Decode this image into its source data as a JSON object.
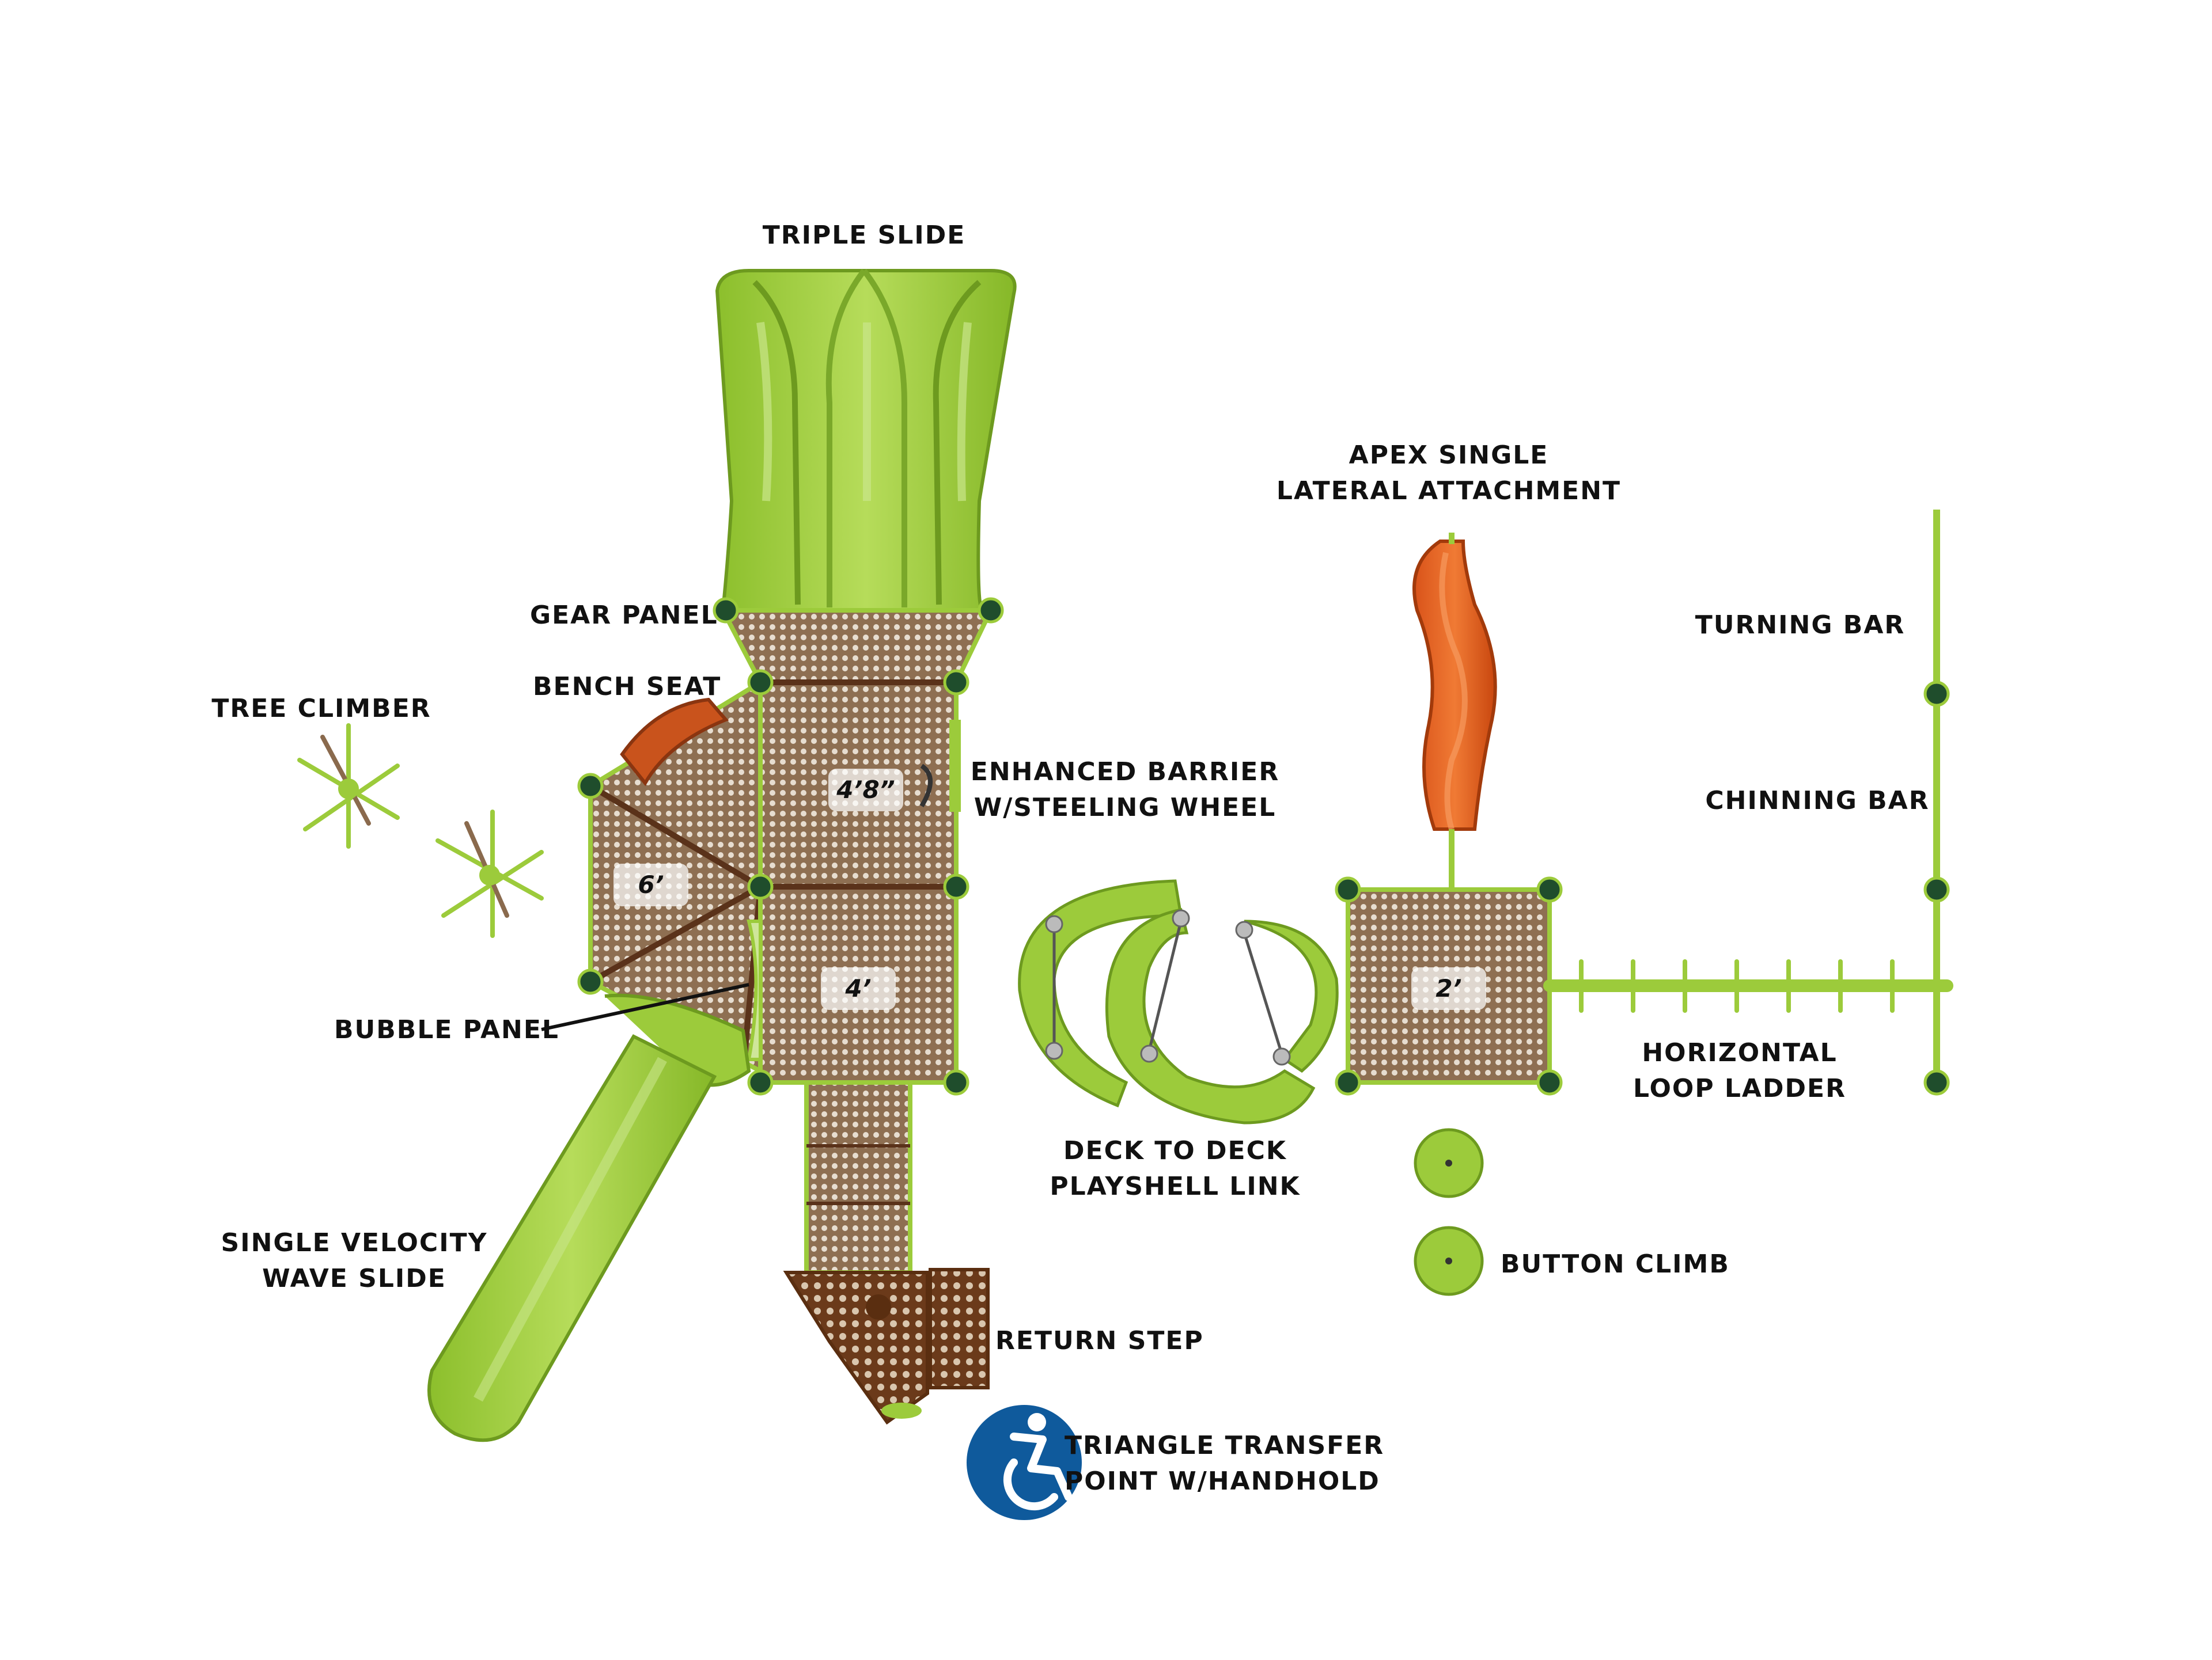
{
  "title": "Playground plan view",
  "labels": {
    "triple_slide": "TRIPLE SLIDE",
    "gear_panel": "GEAR PANEL",
    "bench_seat": "BENCH SEAT",
    "tree_climber": "TREE CLIMBER",
    "enhanced_barrier": [
      "ENHANCED BARRIER",
      "W/STEELING WHEEL"
    ],
    "bubble_panel": "BUBBLE PANEL",
    "single_velocity": [
      "SINGLE VELOCITY",
      "WAVE SLIDE"
    ],
    "return_step": "RETURN STEP",
    "triangle_transfer": [
      "TRIANGLE TRANSFER",
      "POINT W/HANDHOLD"
    ],
    "playshell_link": [
      "DECK TO DECK",
      "PLAYSHELL LINK"
    ],
    "apex_single": [
      "APEX SINGLE",
      "LATERAL ATTACHMENT"
    ],
    "turning_bar": "TURNING BAR",
    "chinning_bar": "CHINNING BAR",
    "horizontal_ladder": [
      "HORIZONTAL",
      "LOOP LADDER"
    ],
    "button_climb": "BUTTON CLIMB"
  },
  "deck_heights": {
    "upper": "4’8”",
    "left": "6’",
    "lower": "4’",
    "right": "2’"
  },
  "icons": [
    "accessibility-icon"
  ],
  "colors": {
    "lime": "#9ccb3b",
    "lime_dark": "#6d9a1f",
    "deck": "#8a6a4d",
    "post": "#1f4d2c",
    "orange": "#e8621f",
    "brown": "#7a3e17",
    "access_blue": "#0f5a9c"
  }
}
